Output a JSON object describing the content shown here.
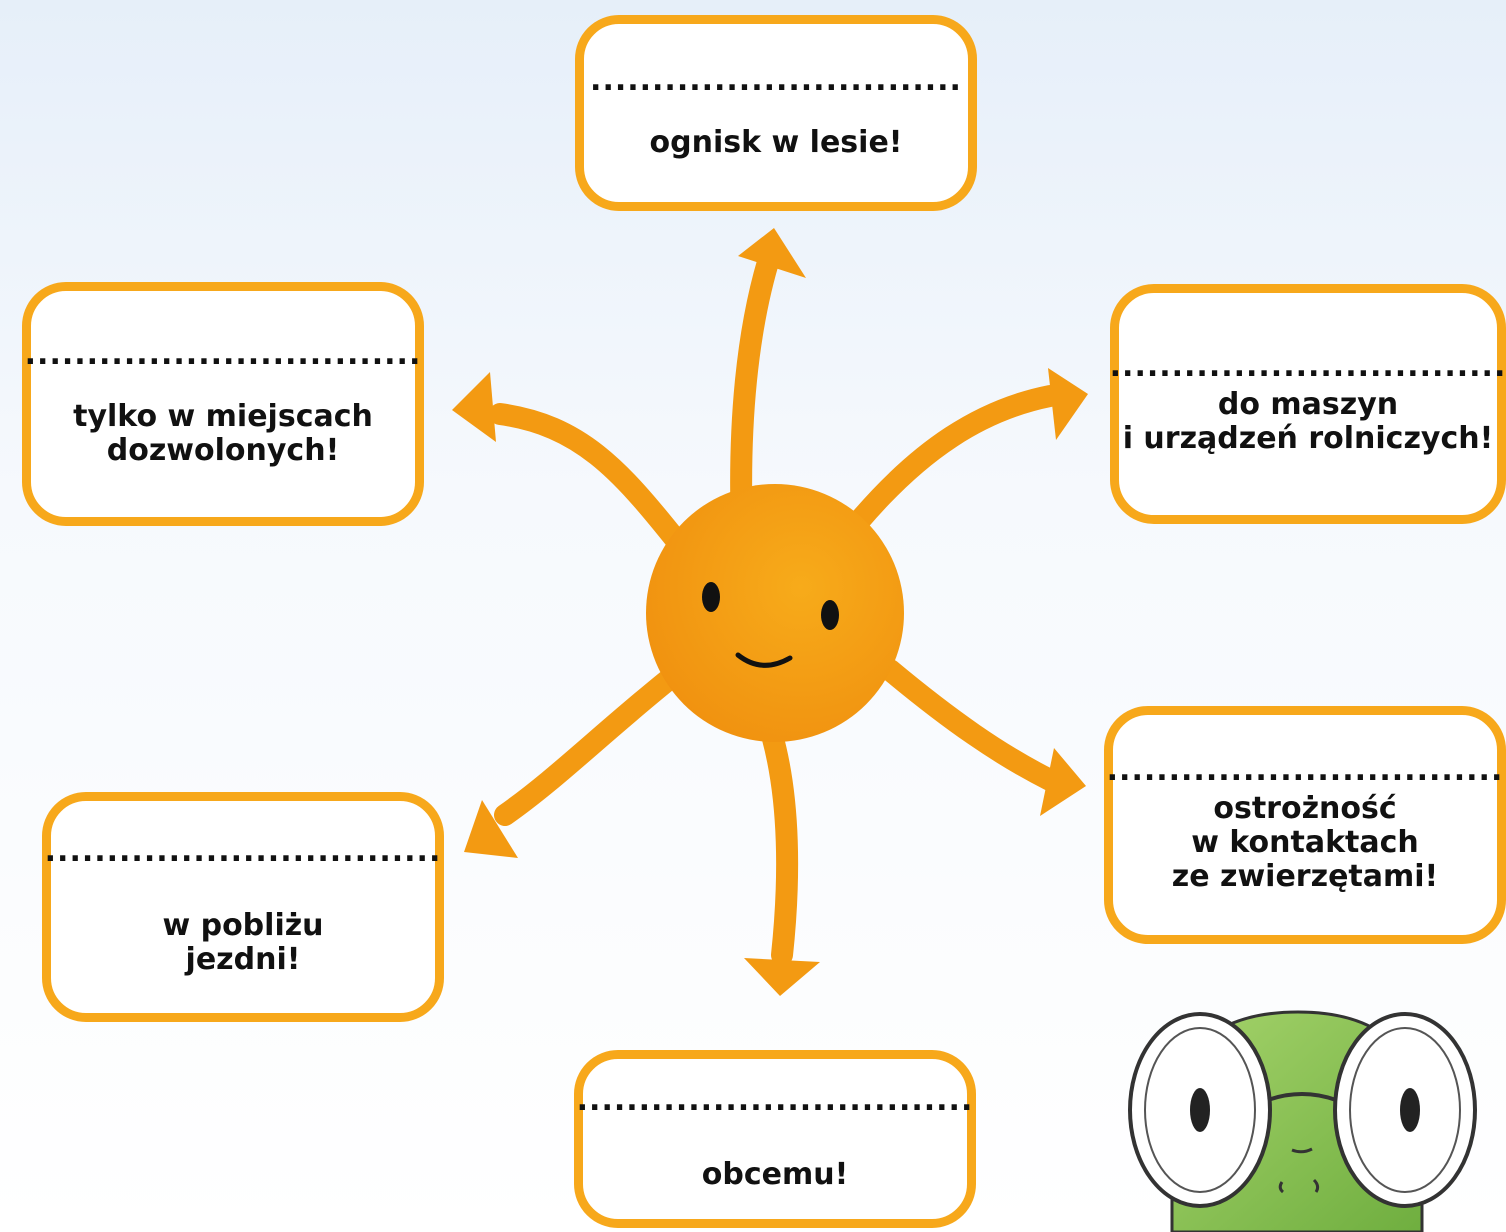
{
  "colors": {
    "arrow": "#f39a12",
    "sun": "#f59e0b",
    "box_border": "#f7a81b",
    "turtle_skin": "#8cc252"
  },
  "boxes": [
    {
      "id": "top",
      "dots": "..............................",
      "lines": [
        "ognisk w lesie!"
      ]
    },
    {
      "id": "upper-left",
      "dots": "................................",
      "lines": [
        "tylko w miejscach",
        "dozwolonych!"
      ]
    },
    {
      "id": "upper-right",
      "dots": "................................",
      "lines": [
        "do maszyn",
        "i urządzeń rolniczych!"
      ]
    },
    {
      "id": "lower-left",
      "dots": "................................",
      "lines": [
        "w pobliżu",
        "jezdni!"
      ]
    },
    {
      "id": "lower-right",
      "dots": "................................",
      "lines": [
        "ostrożność",
        "w kontaktach",
        "ze zwierzętami!"
      ]
    },
    {
      "id": "bottom",
      "dots": "................................",
      "lines": [
        "obcemu!"
      ]
    }
  ],
  "icons": {
    "center": "smiling-sun-icon",
    "corner": "turtle-with-glasses-icon"
  }
}
